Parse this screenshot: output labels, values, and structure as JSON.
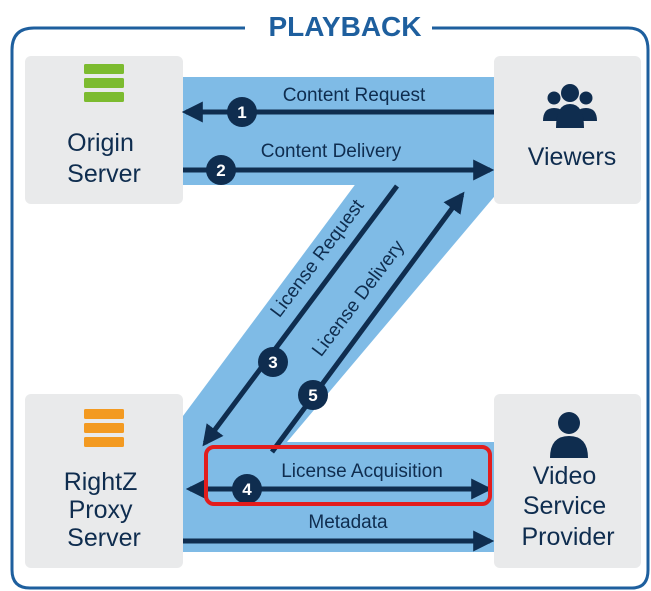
{
  "title": "PLAYBACK",
  "nodes": {
    "origin": {
      "lines": [
        "Origin",
        "Server"
      ]
    },
    "viewers": {
      "lines": [
        "Viewers"
      ]
    },
    "proxy": {
      "lines": [
        "RightZ",
        "Proxy",
        "Server"
      ]
    },
    "provider": {
      "lines": [
        "Video",
        "Service",
        "Provider"
      ]
    }
  },
  "flows": {
    "content_request": {
      "label": "Content Request",
      "step": "1"
    },
    "content_delivery": {
      "label": "Content Delivery",
      "step": "2"
    },
    "license_request": {
      "label": "License Request",
      "step": "3"
    },
    "license_acquisition": {
      "label": "License Acquisition",
      "step": "4"
    },
    "license_delivery": {
      "label": "License Delivery",
      "step": "5"
    },
    "metadata": {
      "label": "Metadata"
    }
  },
  "colors": {
    "frame": "#1e5f9e",
    "band": "#7fbbe6",
    "box": "#e9eaeb",
    "arrow": "#0f2d4f",
    "badge": "#0f2d4f",
    "origin_icon": "#7cbb2f",
    "proxy_icon": "#f39a21",
    "highlight": "#e21d1d"
  },
  "icons": {
    "origin": "server-stack-icon",
    "proxy": "server-stack-icon",
    "viewers": "users-group-icon",
    "provider": "user-icon"
  }
}
